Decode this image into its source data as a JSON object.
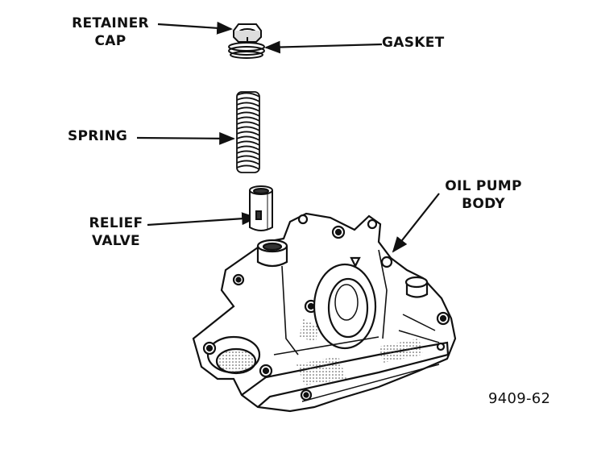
{
  "labels": {
    "retainer_cap_line1": "RETAINER",
    "retainer_cap_line2": "CAP",
    "gasket": "GASKET",
    "spring": "SPRING",
    "relief_valve_line1": "RELIEF",
    "relief_valve_line2": "VALVE",
    "oil_pump_body_line1": "OIL PUMP",
    "oil_pump_body_line2": "BODY",
    "figure_code": "9409-62"
  },
  "colors": {
    "ink": "#111111",
    "paper": "#ffffff",
    "shade": "#6a6a6a"
  }
}
